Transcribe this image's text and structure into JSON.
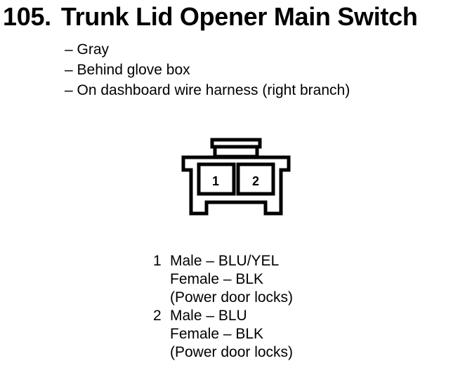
{
  "header": {
    "number": "105.",
    "title": "Trunk Lid Opener Main Switch"
  },
  "details": [
    "– Gray",
    "– Behind glove box",
    "– On dashboard wire harness (right branch)"
  ],
  "connector": {
    "cavity_labels": [
      "1",
      "2"
    ]
  },
  "pins": [
    {
      "number": "1",
      "male": "Male – BLU/YEL",
      "female": "Female – BLK",
      "circuit": "(Power door locks)"
    },
    {
      "number": "2",
      "male": "Male – BLU",
      "female": "Female – BLK",
      "circuit": "(Power door locks)"
    }
  ]
}
